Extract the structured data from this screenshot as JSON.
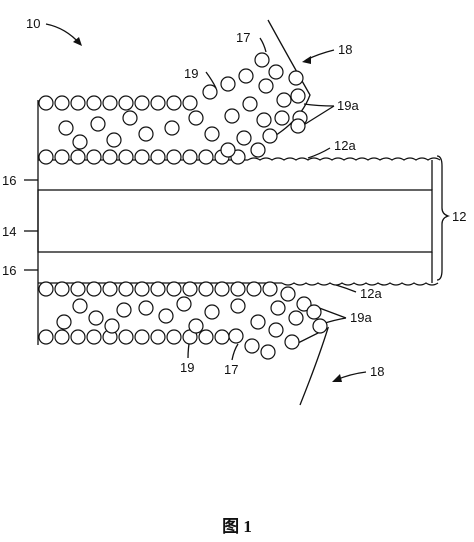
{
  "labels": {
    "ref_10": "10",
    "ref_17_top": "17",
    "ref_18_top": "18",
    "ref_19_top": "19",
    "ref_19a_top": "19a",
    "ref_12a_top": "12a",
    "ref_16_top": "16",
    "ref_14": "14",
    "ref_12": "12",
    "ref_16_bottom": "16",
    "ref_12a_bottom": "12a",
    "ref_19a_bottom": "19a",
    "ref_19_bottom": "19",
    "ref_17_bottom": "17",
    "ref_18_bottom": "18"
  },
  "caption": "图 1",
  "colors": {
    "line": "#111111",
    "background": "#ffffff"
  }
}
